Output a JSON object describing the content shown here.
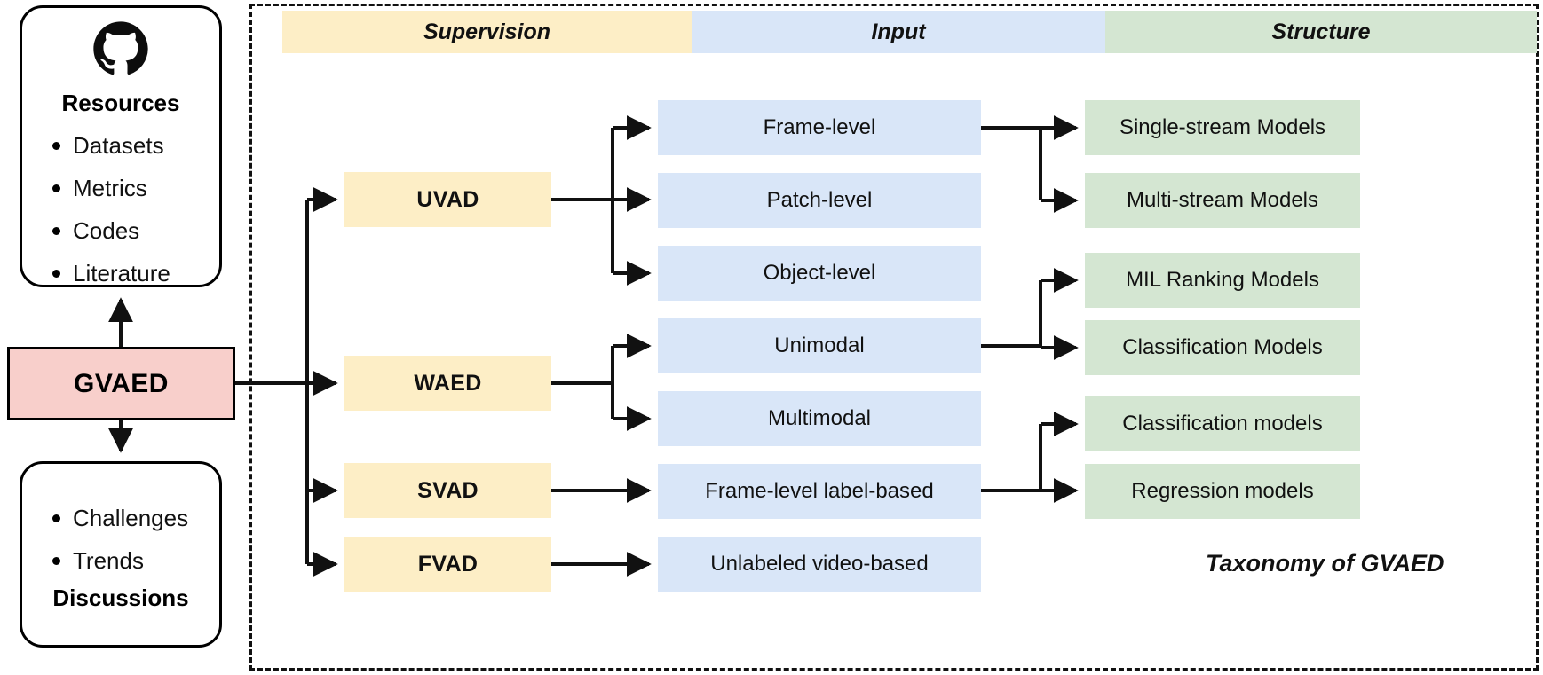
{
  "left_panel": {
    "resources_card": {
      "icon": "github-icon",
      "title": "Resources",
      "items": [
        "Datasets",
        "Metrics",
        "Codes",
        "Literature"
      ]
    },
    "center_node": {
      "label": "GVAED",
      "color": "#f8cfcb"
    },
    "discussions_card": {
      "items": [
        "Challenges",
        "Trends"
      ],
      "title": "Discussions"
    }
  },
  "taxonomy_panel": {
    "footer_label": "Taxonomy of GVAED",
    "bands": [
      {
        "label": "Supervision",
        "color": "#fdeec6"
      },
      {
        "label": "Input",
        "color": "#d9e6f8"
      },
      {
        "label": "Structure",
        "color": "#d4e6d2"
      }
    ],
    "supervision": [
      {
        "label": "UVAD"
      },
      {
        "label": "WAED"
      },
      {
        "label": "SVAD"
      },
      {
        "label": "FVAD"
      }
    ],
    "input": [
      {
        "label": "Frame-level"
      },
      {
        "label": "Patch-level"
      },
      {
        "label": "Object-level"
      },
      {
        "label": "Unimodal"
      },
      {
        "label": "Multimodal"
      },
      {
        "label": "Frame-level label-based"
      },
      {
        "label": "Unlabeled video-based"
      }
    ],
    "structure": [
      {
        "label": "Single-stream Models"
      },
      {
        "label": "Multi-stream Models"
      },
      {
        "label": "MIL Ranking Models"
      },
      {
        "label": "Classification Models"
      },
      {
        "label": "Classification models"
      },
      {
        "label": "Regression models"
      }
    ]
  },
  "colors": {
    "supervision": "#fdeec6",
    "input": "#d9e6f8",
    "structure": "#d4e6d2",
    "center": "#f8cfcb",
    "stroke": "#111111"
  }
}
